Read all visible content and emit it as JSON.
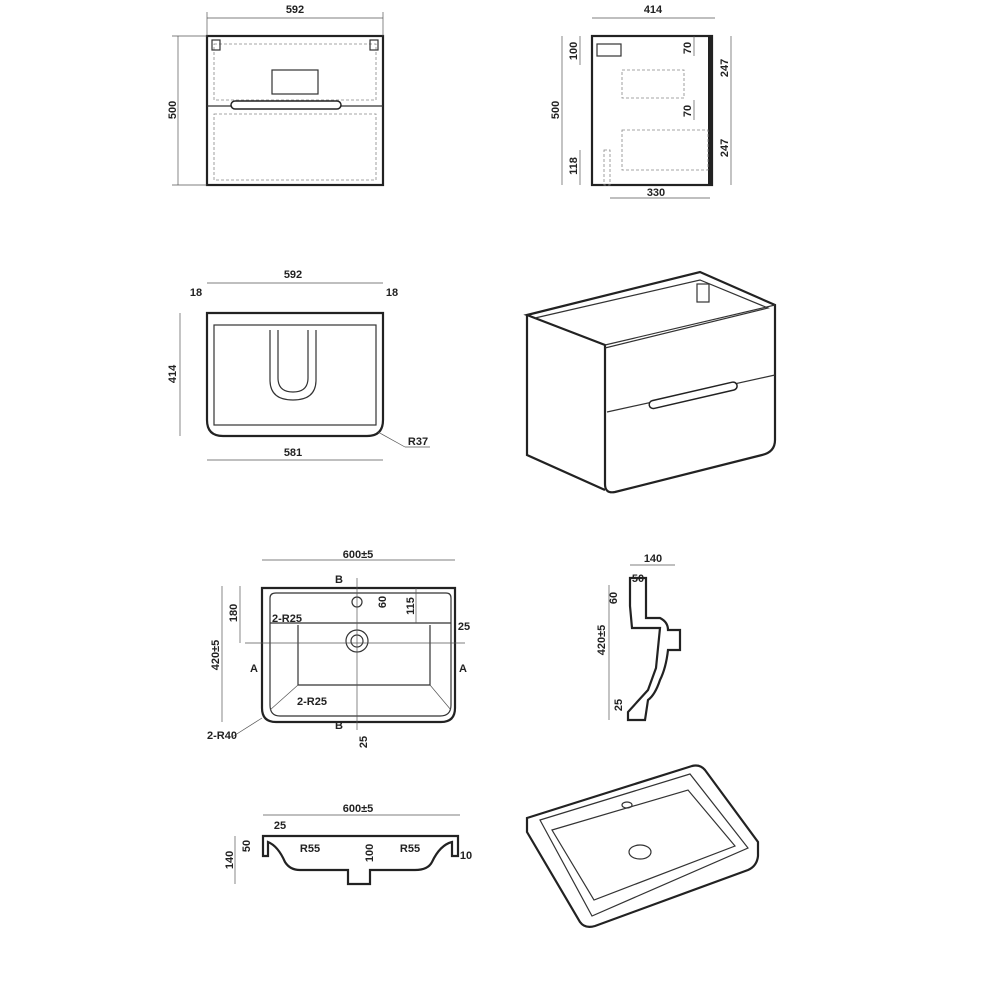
{
  "front_view": {
    "width": "592",
    "height": "500"
  },
  "side_view": {
    "depth": "414",
    "height": "500",
    "top_offset": "100",
    "bottom_offset": "118",
    "inner_depth": "330",
    "rail_top": "70",
    "rail_mid": "70",
    "upper_drawer": "247",
    "lower_drawer": "247"
  },
  "top_view": {
    "width": "592",
    "panel_left": "18",
    "panel_right": "18",
    "depth": "414",
    "inner_width": "581",
    "radius": "R37"
  },
  "basin_top_view": {
    "width": "600±5",
    "depth": "420±5",
    "tap_offset": "180",
    "tap_hole": "60",
    "deck": "115",
    "rim": "25",
    "bottom_rim": "25",
    "radius_top": "2-R25",
    "radius_bottom": "2-R25",
    "radius_corner": "2-R40",
    "section_a_left": "A",
    "section_a_right": "A",
    "section_b_top": "B",
    "section_b_bottom": "B"
  },
  "basin_side_section": {
    "height": "140",
    "rim": "50",
    "deck": "60",
    "depth": "420±5",
    "bottom": "25"
  },
  "basin_front_section": {
    "width": "600±5",
    "wall": "25",
    "rim": "50",
    "height": "140",
    "radius_left": "R55",
    "radius_right": "R55",
    "depth": "100",
    "lip": "10"
  }
}
